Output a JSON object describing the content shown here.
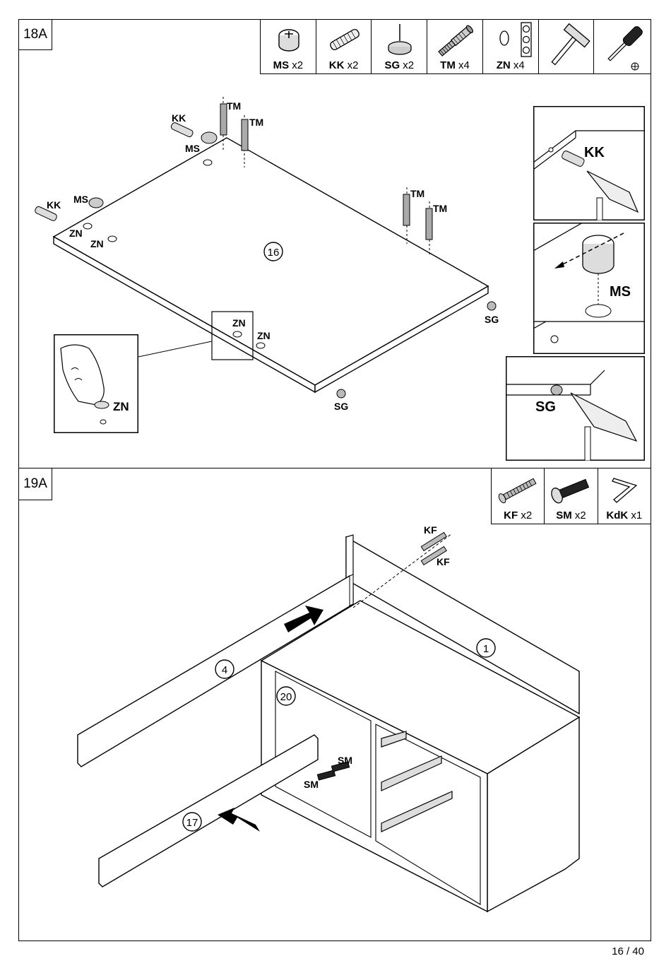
{
  "page_number": "16 / 40",
  "step_a": {
    "label": "18A",
    "parts": [
      {
        "code": "MS",
        "qty": "x2",
        "icon": "cam-lock-icon"
      },
      {
        "code": "KK",
        "qty": "x2",
        "icon": "wooden-dowel-icon"
      },
      {
        "code": "SG",
        "qty": "x2",
        "icon": "nail-glide-icon"
      },
      {
        "code": "TM",
        "qty": "x4",
        "icon": "cam-bolt-icon"
      },
      {
        "code": "ZN",
        "qty": "x4",
        "icon": "cover-cap-icon"
      },
      {
        "code": "",
        "qty": "",
        "icon": "hammer-icon"
      },
      {
        "code": "",
        "qty": "",
        "icon": "screwdriver-icon"
      }
    ],
    "panel_number": "16",
    "callouts": {
      "kk": "KK",
      "ms": "MS",
      "tm": "TM",
      "zn": "ZN",
      "sg": "SG"
    }
  },
  "step_b": {
    "label": "19A",
    "parts": [
      {
        "code": "KF",
        "qty": "x2",
        "icon": "confirmat-screw-icon"
      },
      {
        "code": "SM",
        "qty": "x2",
        "icon": "connector-bolt-icon"
      },
      {
        "code": "KdK",
        "qty": "x1",
        "icon": "allen-key-icon"
      }
    ],
    "panel_numbers": {
      "top": "1",
      "back_rail": "4",
      "divider": "20",
      "front_rail": "17"
    },
    "callouts": {
      "kf": "KF",
      "sm": "SM"
    }
  }
}
